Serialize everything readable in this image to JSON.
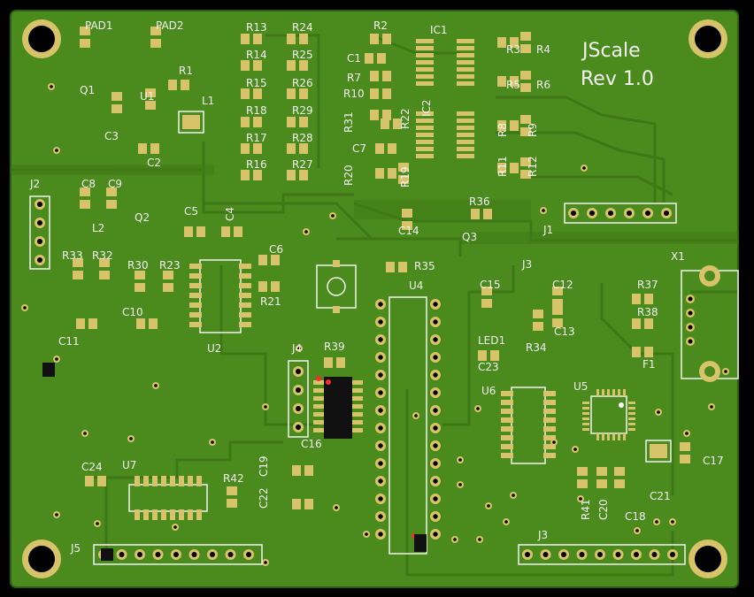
{
  "board": {
    "title": "JScale",
    "revision": "Rev 1.0",
    "colors": {
      "background": "#000000",
      "board": "#4b8a1c",
      "trace": "#3f7a16",
      "silk": "#f2f2f2",
      "pad": "#d7c36a",
      "mark": "#ff2a2a",
      "hole": "#000000"
    }
  },
  "labels": [
    "PAD1",
    "PAD2",
    "R1",
    "Q1",
    "U1",
    "L1",
    "C3",
    "C2",
    "R13",
    "R24",
    "R14",
    "R25",
    "R15",
    "R26",
    "R18",
    "R29",
    "R17",
    "R28",
    "R16",
    "R27",
    "R2",
    "C1",
    "R7",
    "R10",
    "IC1",
    "R3",
    "R4",
    "R5",
    "R6",
    "R31",
    "R22",
    "IC2",
    "R8",
    "R9",
    "C7",
    "R20",
    "R19",
    "R11",
    "R12",
    "J2",
    "C8",
    "C9",
    "L2",
    "Q2",
    "C5",
    "C4",
    "R36",
    "C14",
    "Q3",
    "J1",
    "R33",
    "R32",
    "R30",
    "R23",
    "C10",
    "C6",
    "R21",
    "U2",
    "C11",
    "R35",
    "U4",
    "J3",
    "C15",
    "C12",
    "LED1",
    "C13",
    "R34",
    "X1",
    "R37",
    "R38",
    "F1",
    "J4",
    "R39",
    "U6",
    "C23",
    "U5",
    "C16",
    "C17",
    "C21",
    "C24",
    "U7",
    "R42",
    "C19",
    "C22",
    "R41",
    "C20",
    "C18",
    "J5",
    "J3"
  ]
}
